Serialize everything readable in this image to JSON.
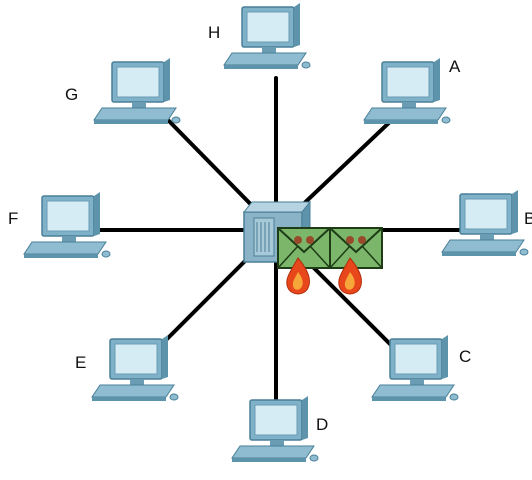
{
  "network": {
    "hub": {
      "name": "switch",
      "icon": "switch-icon"
    },
    "nodes": [
      {
        "id": "h",
        "label": "H"
      },
      {
        "id": "a",
        "label": "A"
      },
      {
        "id": "b",
        "label": "B"
      },
      {
        "id": "c",
        "label": "C"
      },
      {
        "id": "d",
        "label": "D"
      },
      {
        "id": "e",
        "label": "E"
      },
      {
        "id": "f",
        "label": "F"
      },
      {
        "id": "g",
        "label": "G"
      }
    ],
    "packets": [
      {
        "icon": "envelope-icon",
        "marker": "flame-icon"
      },
      {
        "icon": "envelope-icon",
        "marker": "flame-icon"
      }
    ]
  },
  "colors": {
    "link": "#000000",
    "monitor_frame": "#7fb1c8",
    "monitor_screen": "#d5ecf5",
    "monitor_dark": "#4a7f98",
    "switch_body": "#8ab3c7",
    "envelope": "#7bb66a",
    "flame": "#e8471c",
    "flame_inner": "#f7a63a"
  }
}
